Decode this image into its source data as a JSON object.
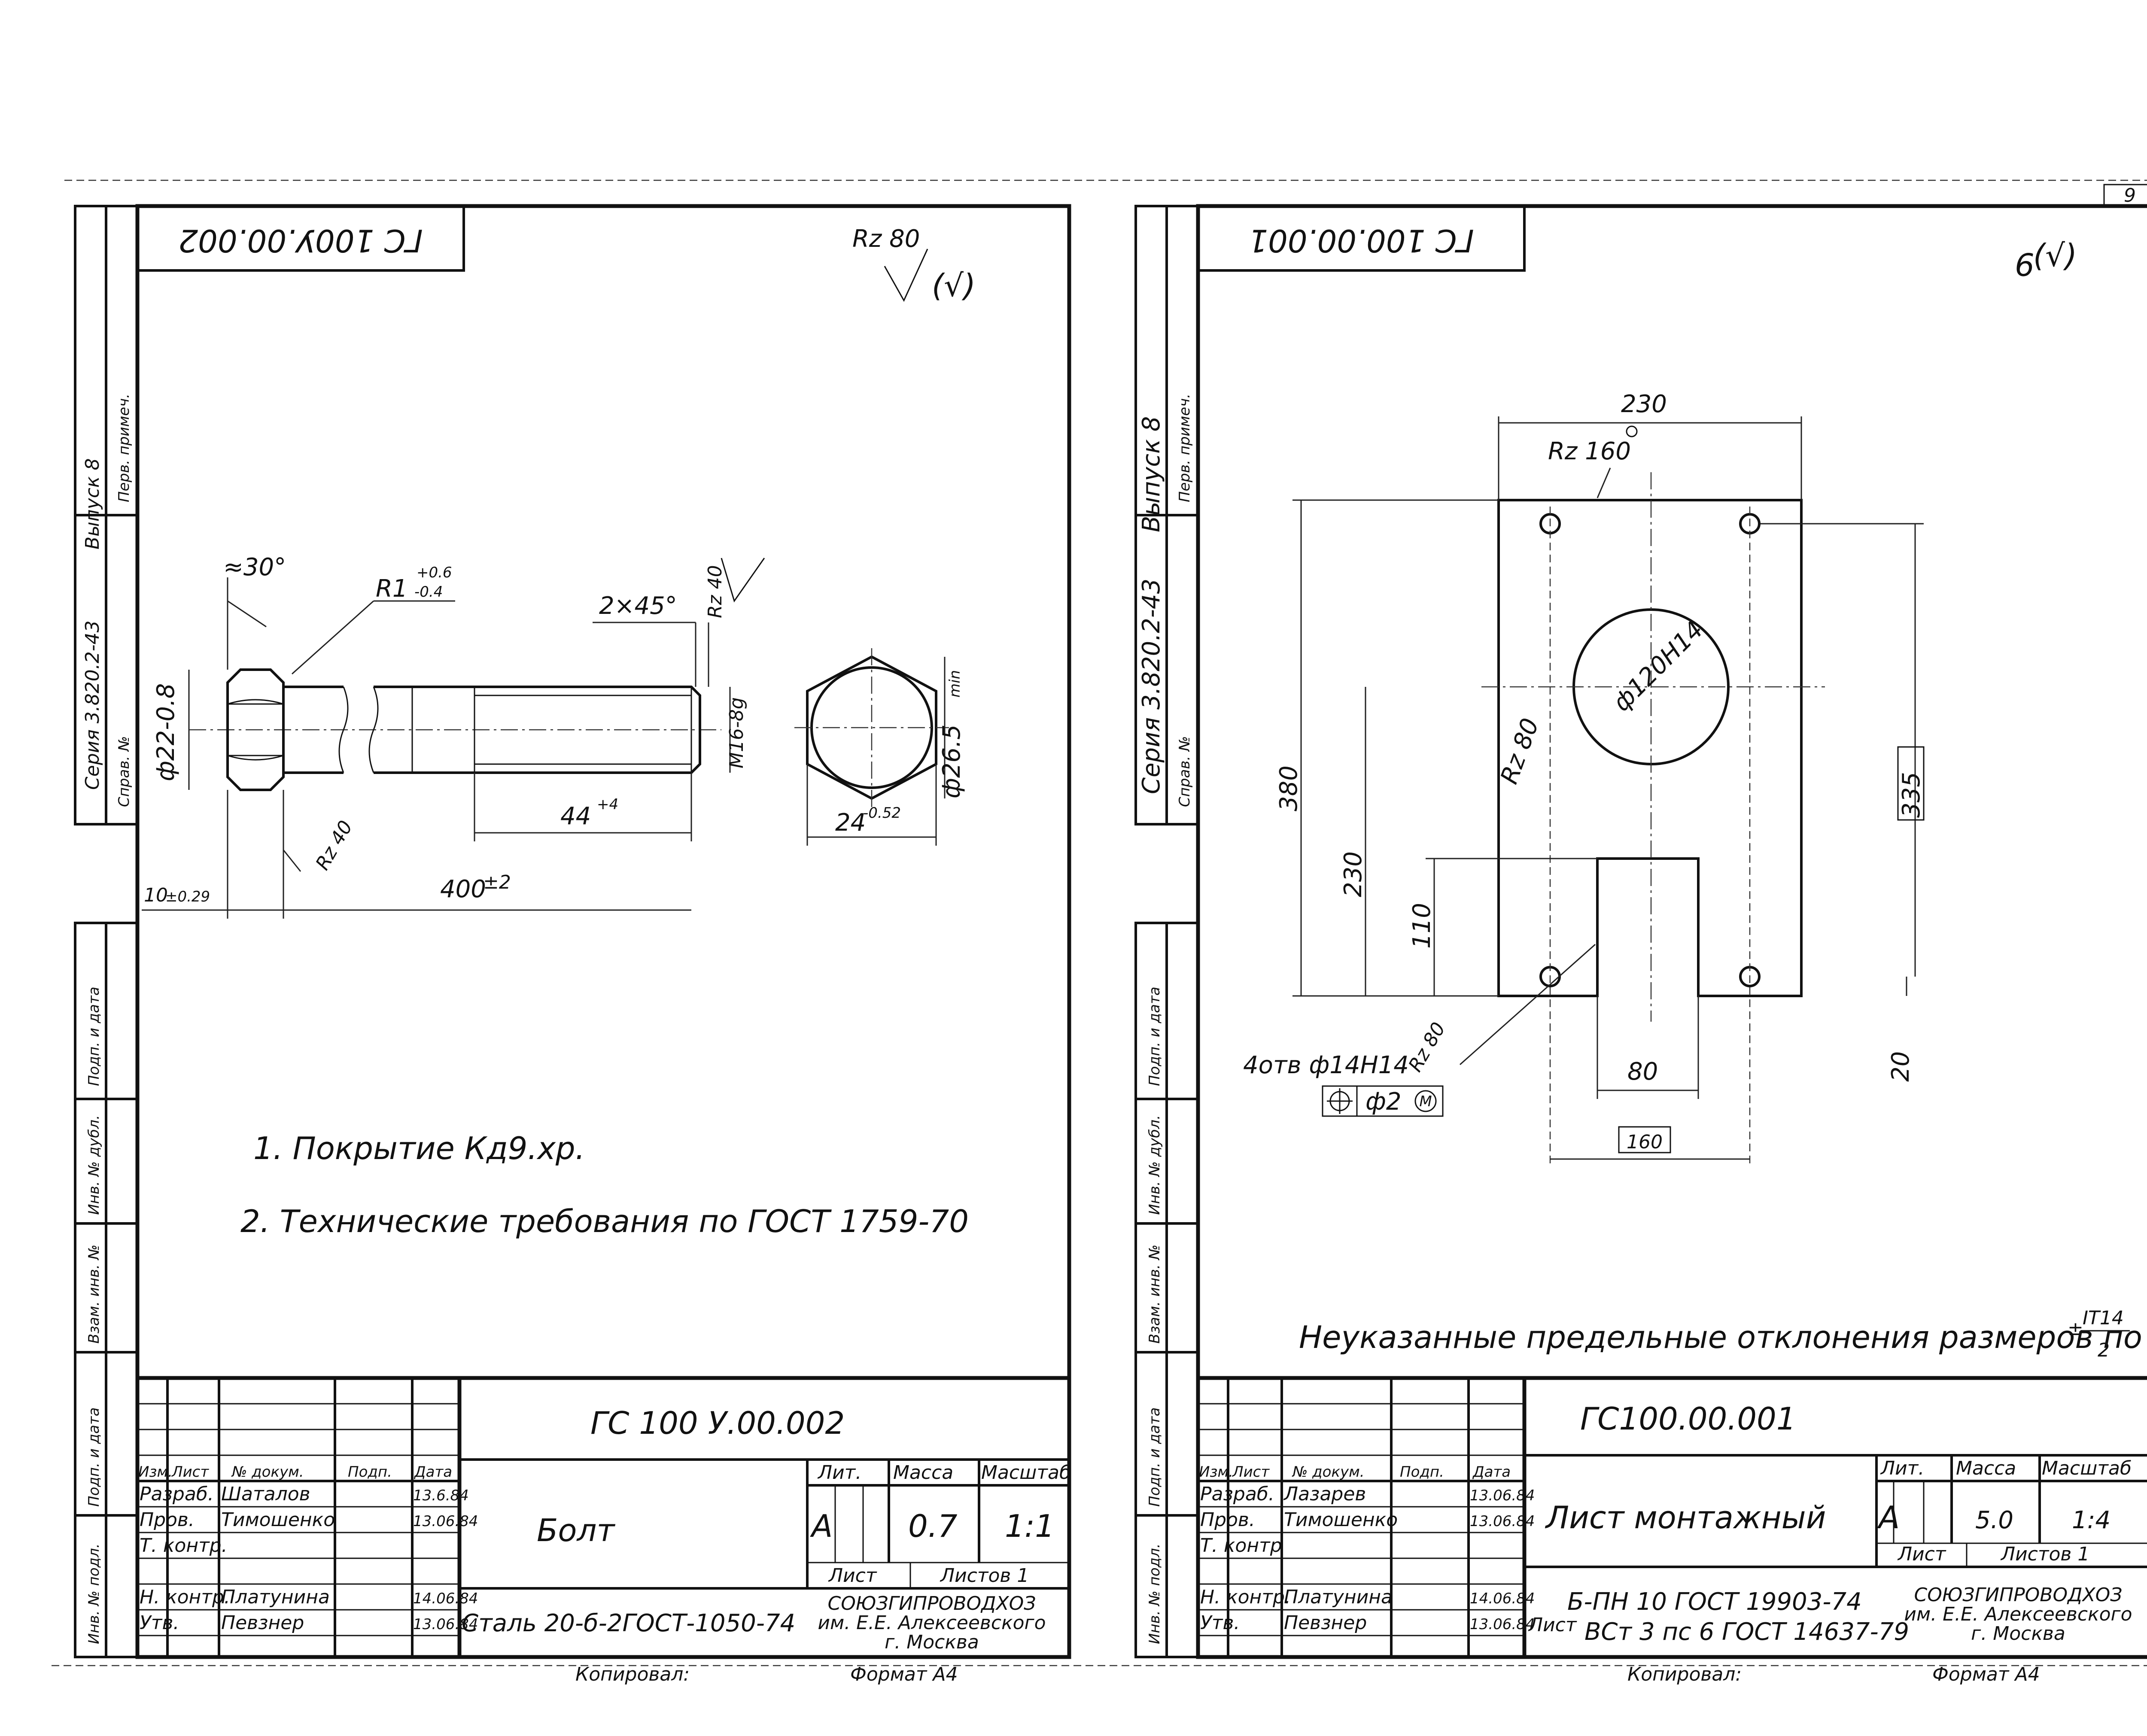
{
  "page_number": "9",
  "left": {
    "code_top": "ГС 100У.00.002",
    "roughness_corner": "Rz 80",
    "side_series": "Серия 3.820.2-43",
    "side_vypusk": "Выпуск 8",
    "side_perv": "Перв. примеч.",
    "side_sprav": "Справ. №",
    "side_podp": "Подп. и дата",
    "side_inv_dubl": "Инв. № дубл.",
    "side_vzam": "Взам. инв. №",
    "side_podp2": "Подп. и дата",
    "side_inv_podl": "Инв. № подл.",
    "dims": {
      "angle": "≈30°",
      "radius": "R1",
      "radius_tol_up": "+0.6",
      "radius_tol_dn": "-0.4",
      "chamfer": "2×45°",
      "rz_thread": "Rz 40",
      "diameter_head": "ф22-0.8",
      "thread": "M16-8g",
      "thread_len": "44",
      "thread_len_tol": "+4",
      "rz_head": "Rz 40",
      "head_h": "10",
      "head_h_tol": "±0.29",
      "length": "400",
      "length_tol": "±2",
      "across_corners": "ф26.5",
      "across_corners_sfx": "min",
      "across_flats": "24",
      "across_flats_tol": "-0.52"
    },
    "notes": [
      "1. Покрытие Кд9.хр.",
      "2. Технические   требования   по ГОСТ 1759-70"
    ],
    "title_block": {
      "code": "ГС 100 У.00.002",
      "name": "Болт",
      "material": "Сталь 20-б-2ГОСТ-1050-74",
      "lit_h": "Лит.",
      "massa_h": "Масса",
      "masshtab_h": "Масштаб",
      "lit": "А",
      "massa": "0.7",
      "masshtab": "1:1",
      "list_h": "Лист",
      "listov_h": "Листов 1",
      "org": [
        "СОЮЗГИПРОВОДХОЗ",
        "им. Е.Е. Алексеевского",
        "г. Москва"
      ],
      "head": [
        "Изм.",
        "Лист",
        "№ докум.",
        "Подп.",
        "Дата"
      ],
      "rows": [
        {
          "role": "Разраб.",
          "name": "Шаталов",
          "date": "13.6.84"
        },
        {
          "role": "Пров.",
          "name": "Тимошенко",
          "date": "13.06.84"
        },
        {
          "role": "Т. контр.",
          "name": "",
          "date": ""
        },
        {
          "role": "",
          "name": "",
          "date": ""
        },
        {
          "role": "Н. контр.",
          "name": "Платунина",
          "date": "14.06.84"
        },
        {
          "role": "Утв.",
          "name": "Певзнер",
          "date": "13.06.84"
        }
      ],
      "kopiroval": "Копировал:",
      "format": "Формат А4"
    }
  },
  "right": {
    "code_top": "ГС 100.00.001",
    "roughness_corner": "9",
    "side_series": "Серия 3.820.2-43",
    "side_vypusk": "Выпуск 8",
    "side_perv": "Перв. примеч.",
    "side_sprav": "Справ. №",
    "side_podp": "Подп. и дата",
    "side_inv_dubl": "Инв. № дубл.",
    "side_vzam": "Взам. инв. №",
    "side_podp2": "Подп. и дата",
    "side_inv_podl": "Инв. № подл.",
    "dims": {
      "width": "230",
      "rz_top": "Rz 160",
      "big_hole": "ф120H14",
      "rz_hole": "Rz 80",
      "height_total": "380",
      "height_center": "230",
      "slot_h": "110",
      "height_right": "335",
      "slot_w": "80",
      "bottom_w": "160",
      "bottom_gap": "20",
      "holes": "4отв ф14H14",
      "rz_small": "Rz 80",
      "position": "ф2",
      "position_mod": "M"
    },
    "note": "Неуказанные   предельные   отклонения   размеров по",
    "note_frac_num": "IT14",
    "note_frac_den": "2",
    "note_pm": "±",
    "title_block": {
      "code": "ГС100.00.001",
      "name": "Лист   монтажный",
      "material_h": "Лист",
      "material_1": "Б-ПН 10 ГОСТ 19903-74",
      "material_2": "ВСт 3 пс 6 ГОСТ 14637-79",
      "lit_h": "Лит.",
      "massa_h": "Масса",
      "masshtab_h": "Масштаб",
      "lit": "А",
      "massa": "5.0",
      "masshtab": "1:4",
      "list_h": "Лист",
      "listov_h": "Листов 1",
      "org": [
        "СОЮЗГИПРОВОДХОЗ",
        "им. Е.Е. Алексеевского",
        "г. Москва"
      ],
      "head": [
        "Изм.",
        "Лист",
        "№ докум.",
        "Подп.",
        "Дата"
      ],
      "rows": [
        {
          "role": "Разраб.",
          "name": "Лазарев",
          "date": "13.06.84"
        },
        {
          "role": "Пров.",
          "name": "Тимошенко",
          "date": "13.06.84"
        },
        {
          "role": "Т. контр",
          "name": "",
          "date": ""
        },
        {
          "role": "",
          "name": "",
          "date": ""
        },
        {
          "role": "Н. контр.",
          "name": "Платунина",
          "date": "14.06.84"
        },
        {
          "role": "Утв.",
          "name": "Певзнер",
          "date": "13.06.84"
        }
      ],
      "kopiroval": "Копировал:",
      "format": "Формат А4"
    }
  }
}
